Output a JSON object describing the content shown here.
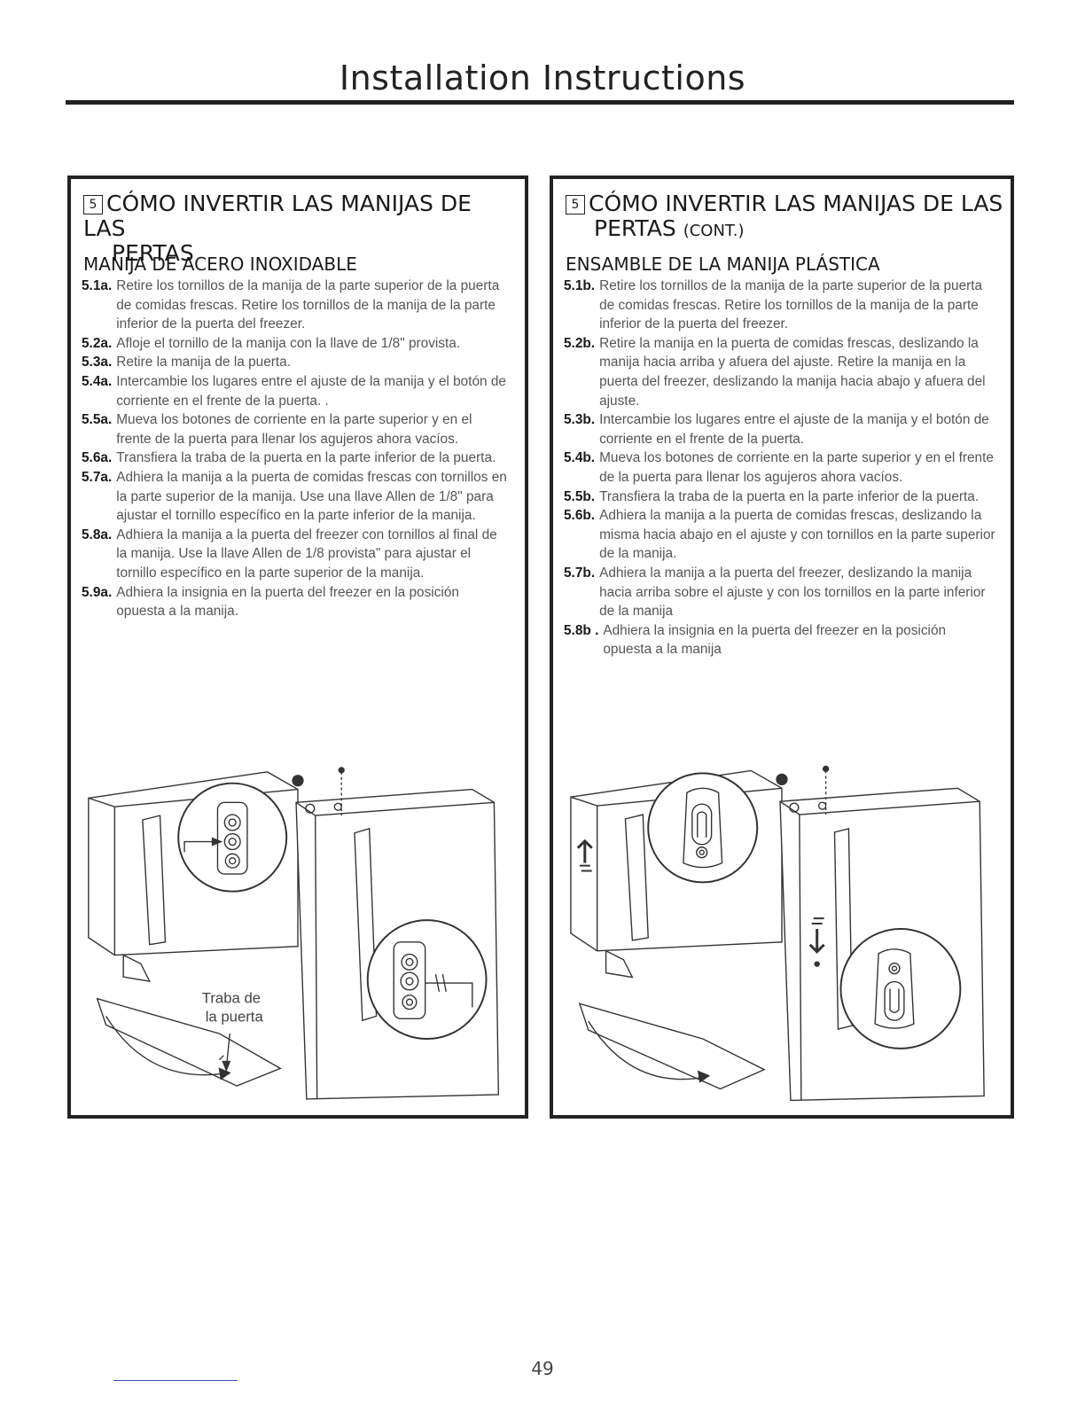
{
  "header": {
    "title": "Installation Instructions"
  },
  "left_panel": {
    "number": "5",
    "heading_line1": "CÓMO INVERTIR LAS MANIJAS DE LAS",
    "heading_line2": "PERTAS",
    "subheading": "MANIJA DE ACERO INOXIDABLE",
    "steps": [
      {
        "n": "5.1a.",
        "t": "Retire los tornillos de la manija de la parte superior de la puerta de comidas frescas. Retire los tornillos de la manija de la parte inferior de la puerta del freezer."
      },
      {
        "n": "5.2a.",
        "t": "Afloje el tornillo de la manija con la llave de 1/8\" provista."
      },
      {
        "n": "5.3a.",
        "t": "Retire la manija de la puerta."
      },
      {
        "n": "5.4a.",
        "t": "Intercambie los lugares entre el ajuste de la manija y el botón de corriente en el frente de la puerta. ."
      },
      {
        "n": "5.5a.",
        "t": "Mueva los botones de corriente en la parte superior y en el frente de la puerta para llenar los agujeros ahora vacíos."
      },
      {
        "n": "5.6a.",
        "t": "Transfiera la traba de la puerta en la parte inferior de la puerta."
      },
      {
        "n": "5.7a.",
        "t": "Adhiera la manija a la puerta de comidas frescas con tornillos en la parte superior de la manija. Use una llave Allen de 1/8\" para ajustar el tornillo específico en la parte inferior de la manija."
      },
      {
        "n": "5.8a.",
        "t": "Adhiera la manija a la puerta del freezer con tornillos al final de la manija. Use la llave Allen de 1/8 provista\" para ajustar el tornillo específico en la parte superior de la manija."
      },
      {
        "n": "5.9a.",
        "t": "Adhiera la insignia en la puerta del freezer en la posición opuesta a la manija."
      }
    ],
    "callout_line1": "Traba de",
    "callout_line2": "la puerta"
  },
  "right_panel": {
    "number": "5",
    "heading_line1": "CÓMO INVERTIR LAS MANIJAS DE LAS",
    "heading_line2": "PERTAS",
    "heading_cont": "(CONT.)",
    "subheading": "ENSAMBLE DE LA MANIJA PLÁSTICA",
    "steps": [
      {
        "n": "5.1b.",
        "t": "Retire los tornillos de la manija de la parte superior de la puerta de comidas frescas. Retire los tornillos de la manija de la parte inferior de la puerta del freezer."
      },
      {
        "n": "5.2b.",
        "t": "Retire la manija en la puerta de comidas frescas, deslizando la manija hacia arriba y afuera del ajuste. Retire la manija en la puerta del freezer, deslizando la manija hacia abajo y afuera del ajuste."
      },
      {
        "n": "5.3b.",
        "t": "Intercambie los lugares entre el ajuste de la manija y el botón de corriente en el frente de la puerta."
      },
      {
        "n": "5.4b.",
        "t": "Mueva los botones de corriente en la parte superior y en el frente de la puerta para llenar los agujeros ahora vacíos."
      },
      {
        "n": "5.5b.",
        "t": "Transfiera la traba de la puerta en la parte inferior de la puerta."
      },
      {
        "n": "5.6b.",
        "t": "Adhiera la manija a la puerta de comidas frescas, deslizando la misma hacia abajo en el ajuste y con tornillos en la parte superior de la manija."
      },
      {
        "n": "5.7b.",
        "t": "Adhiera la manija a la puerta del freezer, deslizando la manija hacia arriba sobre el ajuste y con los tornillos en la parte inferior de la manija"
      },
      {
        "n": "5.8b .",
        "t": "Adhiera la insignia en la puerta del freezer en la posición opuesta a la manija"
      }
    ]
  },
  "footer": {
    "page_number": "49"
  }
}
